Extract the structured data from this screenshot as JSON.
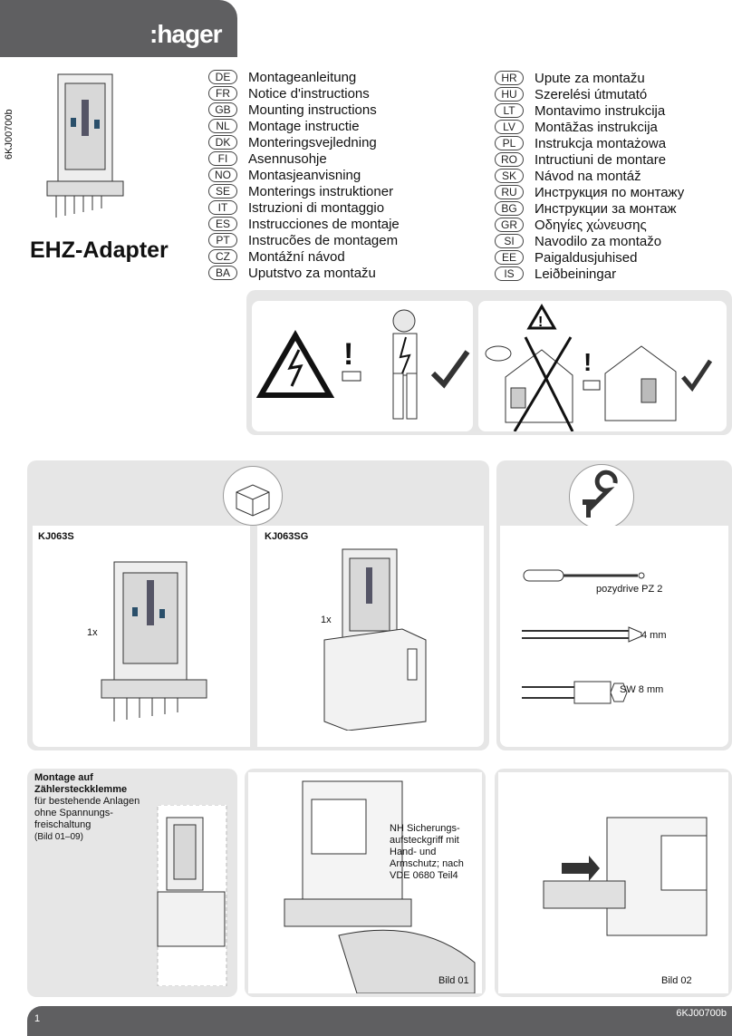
{
  "brand": "hager",
  "doc_number": "6KJ00700b",
  "title": "EHZ-Adapter",
  "languages_left": [
    {
      "code": "DE",
      "text": "Montageanleitung"
    },
    {
      "code": "FR",
      "text": "Notice d'instructions"
    },
    {
      "code": "GB",
      "text": "Mounting instructions"
    },
    {
      "code": "NL",
      "text": "Montage instructie"
    },
    {
      "code": "DK",
      "text": "Monteringsvejledning"
    },
    {
      "code": "FI",
      "text": "Asennusohje"
    },
    {
      "code": "NO",
      "text": "Montasjeanvisning"
    },
    {
      "code": "SE",
      "text": "Monterings instruktioner"
    },
    {
      "code": "IT",
      "text": "Istruzioni di montaggio"
    },
    {
      "code": "ES",
      "text": "Instrucciones de montaje"
    },
    {
      "code": "PT",
      "text": "Instrucões de montagem"
    },
    {
      "code": "CZ",
      "text": "Montážní návod"
    },
    {
      "code": "BA",
      "text": "Uputstvo za montažu"
    }
  ],
  "languages_right": [
    {
      "code": "HR",
      "text": "Upute za montažu"
    },
    {
      "code": "HU",
      "text": "Szerelési útmutató"
    },
    {
      "code": "LT",
      "text": "Montavimo instrukcija"
    },
    {
      "code": "LV",
      "text": "Montāžas instrukcija"
    },
    {
      "code": "PL",
      "text": "Instrukcja montażowa"
    },
    {
      "code": "RO",
      "text": "Intructiuni de montare"
    },
    {
      "code": "SK",
      "text": "Návod na montáž"
    },
    {
      "code": "RU",
      "text": "Инструкция по монтажу"
    },
    {
      "code": "BG",
      "text": "Инструкции за монтаж"
    },
    {
      "code": "GR",
      "text": "Οδηγίες χώνευσης"
    },
    {
      "code": "SI",
      "text": "Navodilo za montažo"
    },
    {
      "code": "EE",
      "text": "Paigaldusjuhised"
    },
    {
      "code": "IS",
      "text": "Leiðbeiningar"
    }
  ],
  "warning": {
    "exclamation": "!"
  },
  "scope": {
    "product1_label": "KJ063S",
    "product1_qty": "1x",
    "product2_label": "KJ063SG",
    "product2_qty": "1x"
  },
  "tools": {
    "screwdriver_label": "pozydrive PZ 2",
    "flat_label": "4 mm",
    "socket_label": "SW 8 mm"
  },
  "step_intro": {
    "heading": "Montage auf Zählersteckklemme",
    "body": "für bestehende Anlagen ohne Spannungs-freischaltung",
    "ref": "(Bild 01–09)"
  },
  "bild01": {
    "note": "NH Sicherungs-aufsteckgriff mit Hand- und Armschutz; nach VDE 0680 Teil4",
    "caption": "Bild 01"
  },
  "bild02": {
    "caption": "Bild 02"
  },
  "footer": {
    "page": "1",
    "doc_number": "6KJ00700b"
  }
}
